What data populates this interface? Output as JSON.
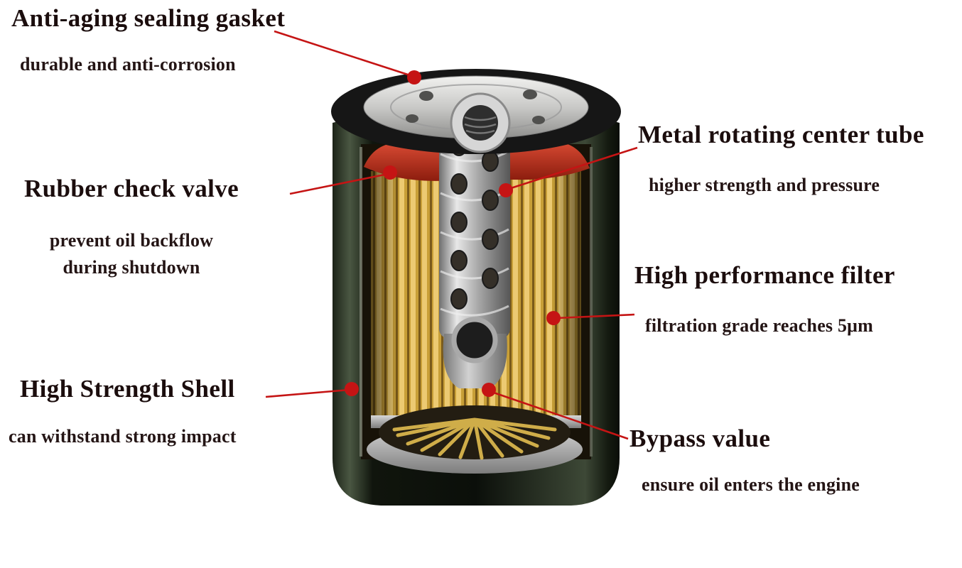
{
  "figure": {
    "name": "Oil filter cutaway diagram",
    "accent_color": "#c51414",
    "text_color": "#1b0d0d",
    "background": "#ffffff"
  },
  "callouts": {
    "gasket": {
      "title": "Anti-aging sealing gasket",
      "desc": "durable and anti-corrosion"
    },
    "check_valve": {
      "title": "Rubber check valve",
      "desc_line1": "prevent oil backflow",
      "desc_line2": "during shutdown"
    },
    "shell": {
      "title": "High Strength Shell",
      "desc": "can withstand strong impact"
    },
    "center_tube": {
      "title": "Metal rotating center tube",
      "desc": "higher strength and pressure"
    },
    "filter": {
      "title": "High performance filter",
      "desc": "filtration grade reaches 5μm"
    },
    "bypass": {
      "title": "Bypass value",
      "desc": "ensure oil enters the engine"
    }
  }
}
